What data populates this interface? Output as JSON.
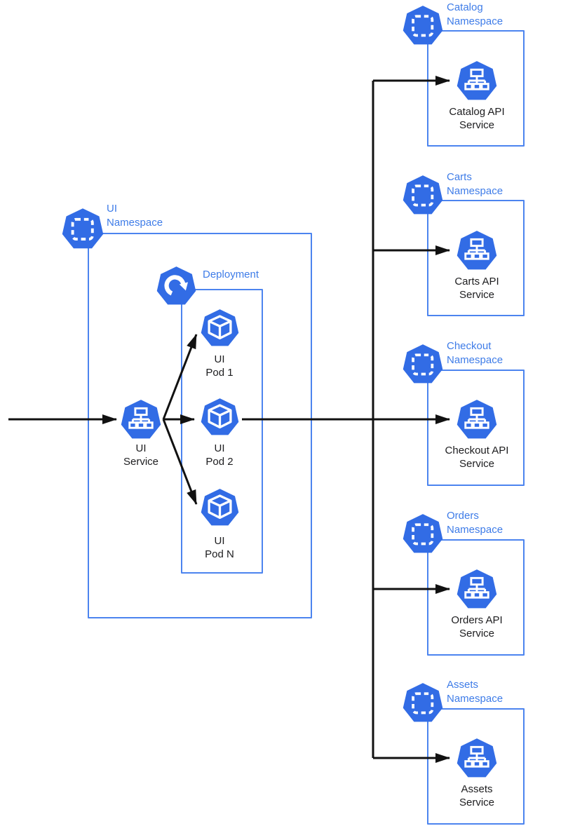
{
  "colors": {
    "kubernetes_blue": "#326CE5",
    "box_border_blue": "#4C84EF",
    "namespace_label_blue": "#3E7CE8",
    "arrow_black": "#111111",
    "node_label_black": "#1d1d1f",
    "background": "#ffffff"
  },
  "ui_namespace": {
    "label": {
      "line1": "UI",
      "line2": "Namespace"
    },
    "service": {
      "line1": "UI",
      "line2": "Service"
    },
    "deployment": {
      "label": "Deployment",
      "pods": [
        {
          "line1": "UI",
          "line2": "Pod 1"
        },
        {
          "line1": "UI",
          "line2": "Pod 2"
        },
        {
          "line1": "UI",
          "line2": "Pod N"
        }
      ]
    }
  },
  "namespaces": [
    {
      "label": {
        "line1": "Catalog",
        "line2": "Namespace"
      },
      "service": {
        "line1": "Catalog API",
        "line2": "Service"
      }
    },
    {
      "label": {
        "line1": "Carts",
        "line2": "Namespace"
      },
      "service": {
        "line1": "Carts API",
        "line2": "Service"
      }
    },
    {
      "label": {
        "line1": "Checkout",
        "line2": "Namespace"
      },
      "service": {
        "line1": "Checkout API",
        "line2": "Service"
      }
    },
    {
      "label": {
        "line1": "Orders",
        "line2": "Namespace"
      },
      "service": {
        "line1": "Orders API",
        "line2": "Service"
      }
    },
    {
      "label": {
        "line1": "Assets",
        "line2": "Namespace"
      },
      "service": {
        "line1": "Assets",
        "line2": "Service"
      }
    }
  ]
}
